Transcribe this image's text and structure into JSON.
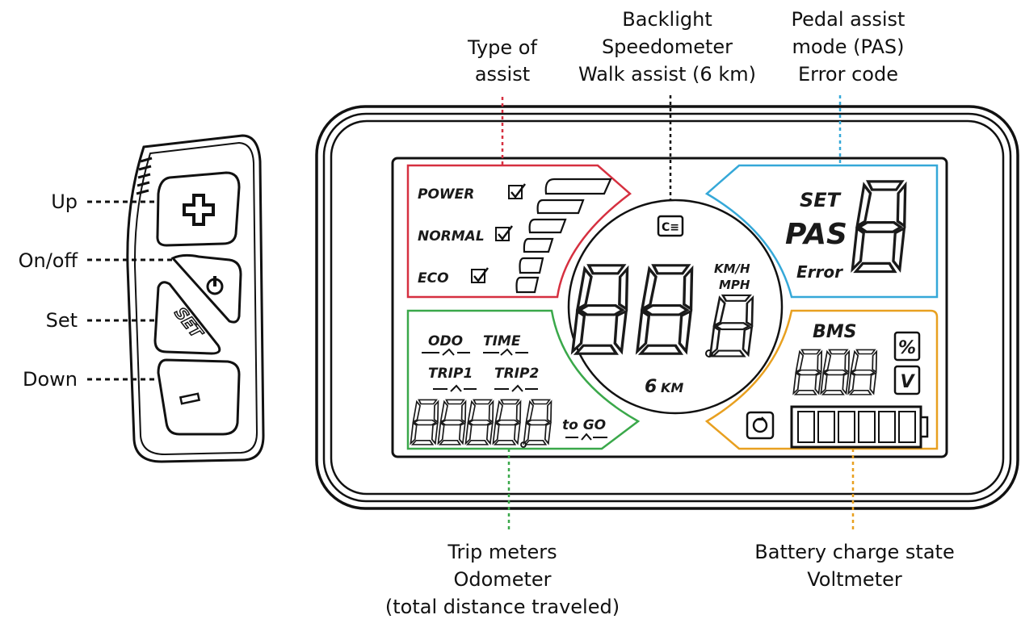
{
  "controller": {
    "labels": {
      "up": "Up",
      "on_off": "On/off",
      "set": "Set",
      "down": "Down"
    },
    "buttons": {
      "plus": "+",
      "set": "SET",
      "minus": "–"
    },
    "icons": [
      "plus-icon",
      "power-icon",
      "minus-icon"
    ]
  },
  "callouts": {
    "type_of_assist": [
      "Type of",
      "assist"
    ],
    "backlight": [
      "Backlight",
      "Speedometer",
      "Walk assist (6 km)"
    ],
    "pas": [
      "Pedal assist",
      "mode (PAS)",
      "Error code"
    ],
    "trip": [
      "Trip meters",
      "Odometer",
      "(total distance traveled)"
    ],
    "battery": [
      "Battery charge state",
      "Voltmeter"
    ]
  },
  "display": {
    "assist_modes": [
      "POWER",
      "NORMAL",
      "ECO"
    ],
    "unit_kmh": "KM/H",
    "unit_mph": "MPH",
    "walk_assist": "6",
    "walk_assist_unit": "KM",
    "set": "SET",
    "pas": "PAS",
    "error": "Error",
    "bms": "BMS",
    "percent": "%",
    "volt": "V",
    "odo": "ODO",
    "time": "TIME",
    "trip1": "TRIP1",
    "trip2": "TRIP2",
    "to_go": "to GO"
  },
  "colors": {
    "assist_red": "#d63040",
    "pas_blue": "#35a8d8",
    "trip_green": "#3aa84a",
    "battery_orange": "#e8a020"
  }
}
